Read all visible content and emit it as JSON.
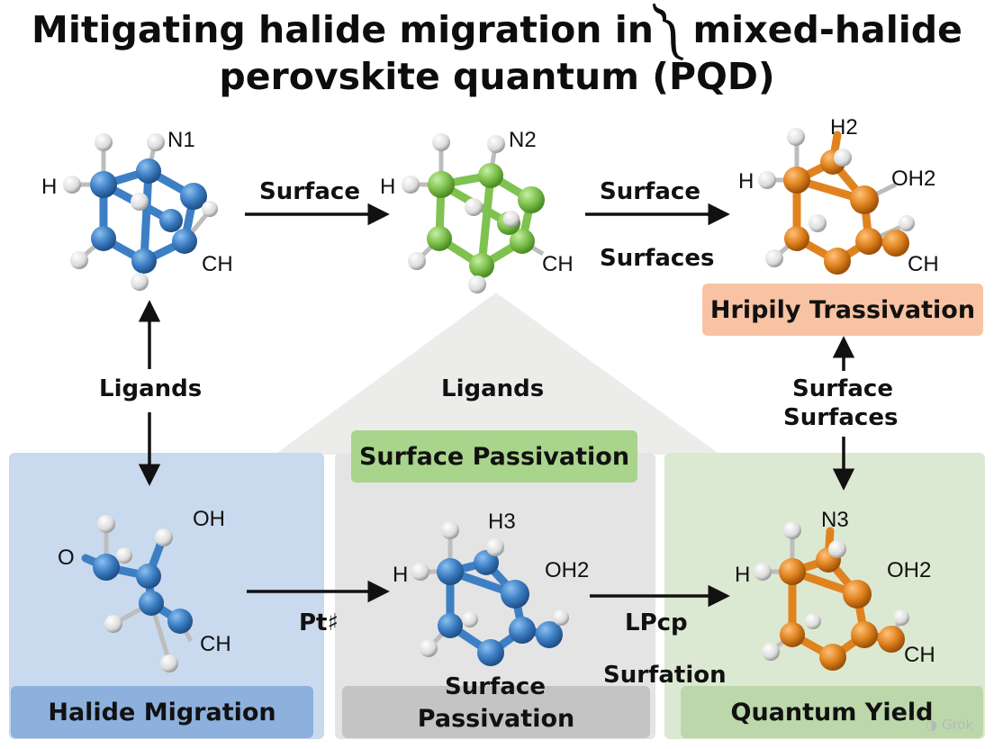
{
  "title": {
    "line1": "Mitigating halide migration in༽ mixed-halide",
    "line2": "perovskite quantum  (PQD)"
  },
  "molecules": {
    "top_left": {
      "atoms": [
        "N1",
        "H",
        "CH"
      ]
    },
    "top_mid": {
      "atoms": [
        "N2",
        "H",
        "CH"
      ]
    },
    "top_right": {
      "atoms": [
        "H2",
        "H",
        "OH2",
        "CH"
      ]
    },
    "bot_left": {
      "atoms": [
        "OH",
        "O",
        "CH"
      ]
    },
    "bot_mid": {
      "atoms": [
        "H3",
        "H",
        "OH2"
      ]
    },
    "bot_right": {
      "atoms": [
        "N3",
        "H",
        "OH2",
        "CH"
      ]
    }
  },
  "arrows": {
    "top1": "Surface",
    "top2": "Surface",
    "top2_sub": "Surfaces",
    "left_vertical": "Ligands",
    "center": "Ligands",
    "right_vertical_1": "Surface",
    "right_vertical_2": "Surfaces",
    "bottom1": "Pt♯",
    "bottom2": "LPcp",
    "bottom2_sub": "Surfation"
  },
  "badges": {
    "passivation_right": "Hripily Trassivation",
    "surface_passivation": "Surface Passivation",
    "halide_migration": "Halide Migration",
    "surface_passivation_bottom_1": "Surface",
    "surface_passivation_bottom_2": "Passivation",
    "quantum_yield": "Quantum Yield"
  },
  "watermark": "Grok",
  "colors": {
    "blue": "#3d7fc4",
    "green": "#7fc24f",
    "orange": "#e0831f",
    "panel_blue": "#c9d9ee",
    "panel_gray": "#e4e4e4",
    "panel_green": "#dce9d2",
    "badge_orange": "#f8c3a2",
    "badge_green": "#a9d48c",
    "badge_blue": "#8db0dd",
    "badge_gray": "#c4c4c4",
    "badge_lightgreen": "#bcd8ab"
  }
}
